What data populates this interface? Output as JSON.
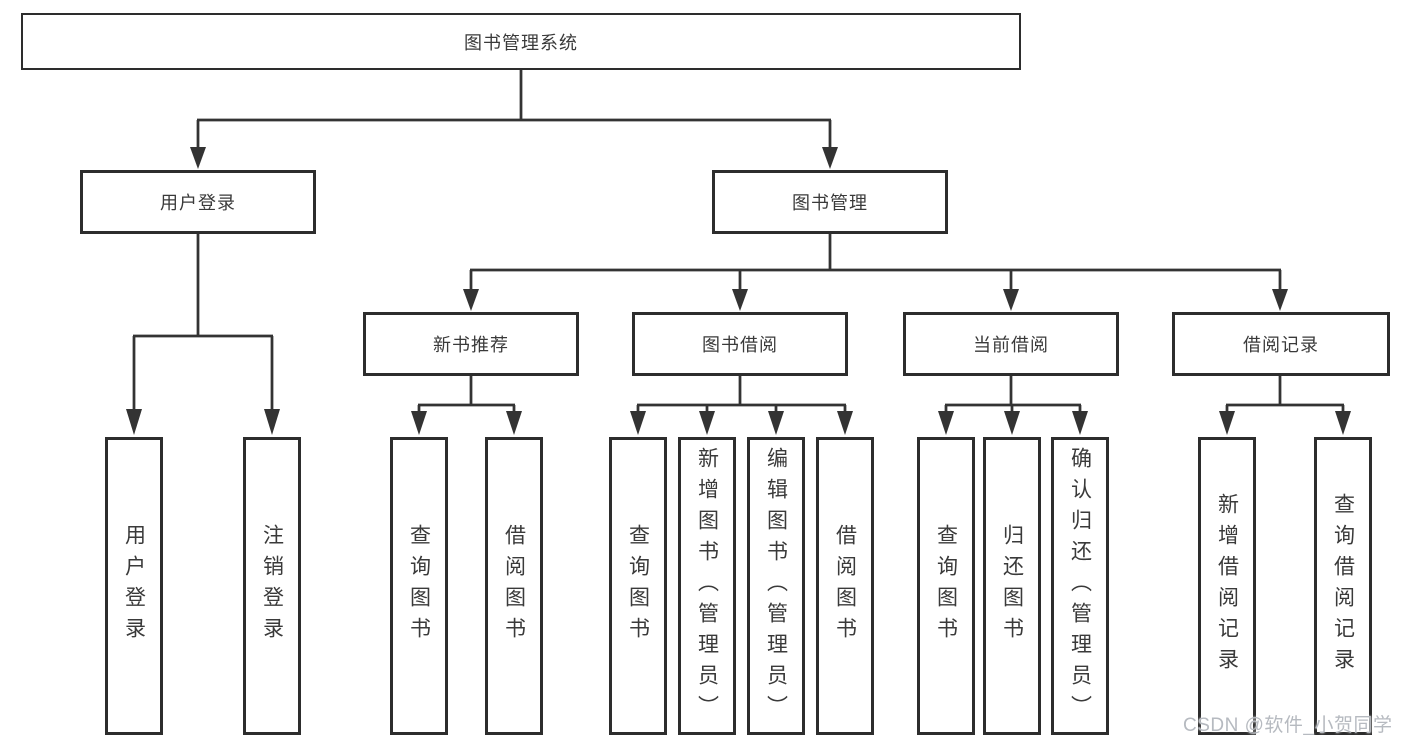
{
  "diagram": {
    "type": "hierarchy-tree",
    "line_color": "#333333",
    "text_color": "#3a3a3a",
    "background": "#ffffff",
    "root": {
      "label": "图书管理系统",
      "children": [
        {
          "label": "用户登录",
          "children": [
            {
              "label": "用户登录"
            },
            {
              "label": "注销登录"
            }
          ]
        },
        {
          "label": "图书管理",
          "children": [
            {
              "label": "新书推荐",
              "children": [
                {
                  "label": "查询图书"
                },
                {
                  "label": "借阅图书"
                }
              ]
            },
            {
              "label": "图书借阅",
              "children": [
                {
                  "label": "查询图书"
                },
                {
                  "label": "新增图书（管理员）"
                },
                {
                  "label": "编辑图书（管理员）"
                },
                {
                  "label": "借阅图书"
                }
              ]
            },
            {
              "label": "当前借阅",
              "children": [
                {
                  "label": "查询图书"
                },
                {
                  "label": "归还图书"
                },
                {
                  "label": "确认归还（管理员）"
                }
              ]
            },
            {
              "label": "借阅记录",
              "children": [
                {
                  "label": "新增借阅记录"
                },
                {
                  "label": "查询借阅记录"
                }
              ]
            }
          ]
        }
      ]
    }
  },
  "watermark": {
    "text": "CSDN @软件_小贺同学",
    "color": "#b6bac0"
  }
}
